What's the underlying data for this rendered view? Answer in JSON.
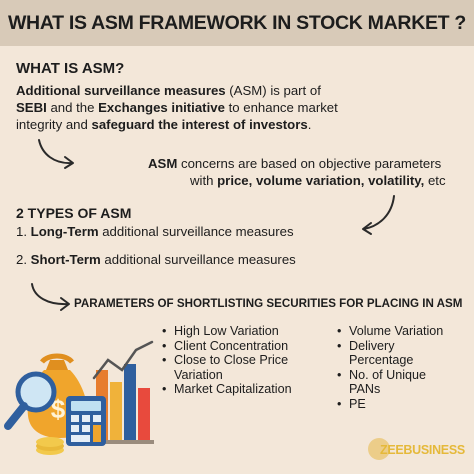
{
  "title": "WHAT IS ASM FRAMEWORK IN STOCK MARKET ?",
  "what_is": {
    "heading": "WHAT IS ASM?",
    "line1": {
      "b1": "Additional surveillance measures",
      "t1": " (ASM) is part of"
    },
    "line2": {
      "b1": "SEBI",
      "t1": " and the ",
      "b2": "Exchanges initiative",
      "t2": " to enhance market"
    },
    "line3": {
      "t1": "integrity and ",
      "b1": "safeguard the interest of investors",
      "t2": "."
    }
  },
  "concerns": {
    "line1": {
      "b1": "ASM",
      "t1": " concerns are based on objective parameters"
    },
    "line2": {
      "t1": "with ",
      "b1": "price, volume variation, volatility,",
      "t2": " etc"
    }
  },
  "types": {
    "heading": "2 TYPES OF ASM",
    "item1": {
      "num": "1. ",
      "b": "Long-Term",
      "t": " additional surveillance measures"
    },
    "item2": {
      "num": "2. ",
      "b": "Short-Term",
      "t": " additional surveillance measures"
    }
  },
  "parameters": {
    "heading": "PARAMETERS OF  SHORTLISTING SECURITIES FOR PLACING IN ASM",
    "col1": [
      "High Low Variation",
      "Client Concentration",
      "Close to Close Price\nVariation",
      "Market Capitalization"
    ],
    "col2": [
      "Volume Variation",
      "Delivery\nPercentage",
      "No. of Unique\nPANs",
      "PE"
    ]
  },
  "logo": "ZEEBUSINESS",
  "colors": {
    "background": "#f3e7d9",
    "title_bar": "#d8cab8",
    "logo": "#e5b93a"
  },
  "illustration_icons": [
    "money-bag-icon",
    "magnifier-icon",
    "calculator-icon",
    "bar-chart-icon"
  ]
}
